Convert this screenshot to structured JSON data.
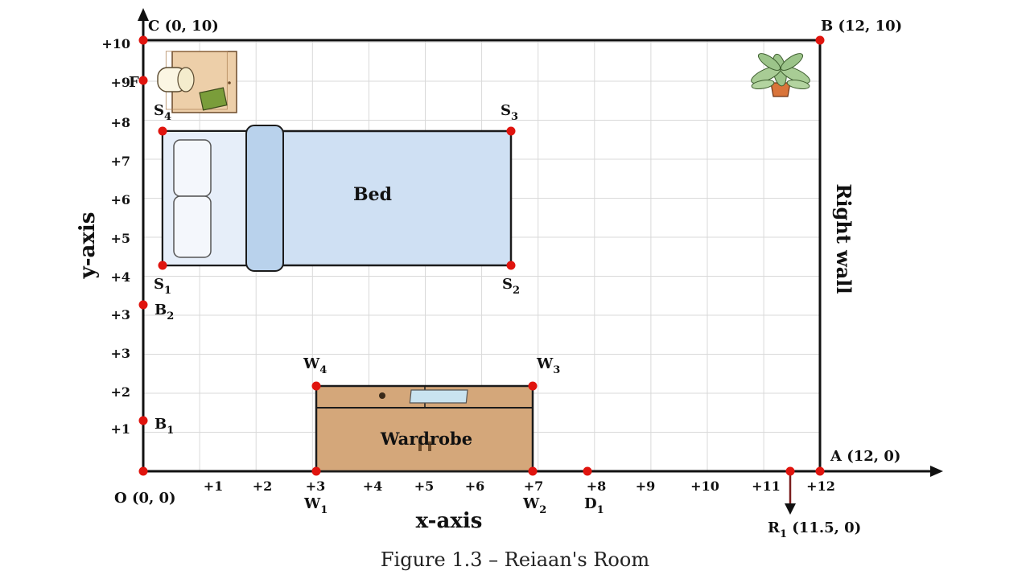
{
  "figure": {
    "caption": "Figure 1.3 – Reiaan's Room",
    "x_axis_title": "x-axis",
    "y_axis_title": "y-axis",
    "right_wall_label": "Right wall",
    "x_ticks": [
      "+1",
      "+2",
      "+3",
      "+4",
      "+5",
      "+6",
      "+7",
      "+8",
      "+9",
      "+10",
      "+11",
      "+12"
    ],
    "y_ticks": [
      "+1",
      "+2",
      "+3",
      "+3",
      "+4",
      "+5",
      "+6",
      "+7",
      "+8",
      "+9",
      "+10"
    ]
  },
  "points": {
    "origin": "O (0, 0)",
    "A": "A (12, 0)",
    "B": "B (12, 10)",
    "C": "C (0, 10)",
    "F": "F",
    "B1": {
      "base": "B",
      "sub": "1"
    },
    "B2": {
      "base": "B",
      "sub": "2"
    },
    "S1": {
      "base": "S",
      "sub": "1"
    },
    "S2": {
      "base": "S",
      "sub": "2"
    },
    "S3": {
      "base": "S",
      "sub": "3"
    },
    "S4": {
      "base": "S",
      "sub": "4"
    },
    "W1": {
      "base": "W",
      "sub": "1"
    },
    "W2": {
      "base": "W",
      "sub": "2"
    },
    "W3": {
      "base": "W",
      "sub": "3"
    },
    "W4": {
      "base": "W",
      "sub": "4"
    },
    "D1": {
      "base": "D",
      "sub": "1"
    },
    "R1": {
      "base": "R",
      "sub": "1",
      "suffix": " (11.5, 0)"
    }
  },
  "furniture": {
    "bed_label": "Bed",
    "wardrobe_label": "Wardrobe"
  },
  "colors": {
    "point": "#e0140e",
    "bed_fill": "#cfe0f3",
    "bed_stroke": "#1b1b1b",
    "wardrobe_fill": "#d4a77a",
    "grid": "#d9d9d9",
    "axis": "#111111",
    "plant_pot": "#d9743a",
    "plant_leaf": "#9cc48a"
  }
}
